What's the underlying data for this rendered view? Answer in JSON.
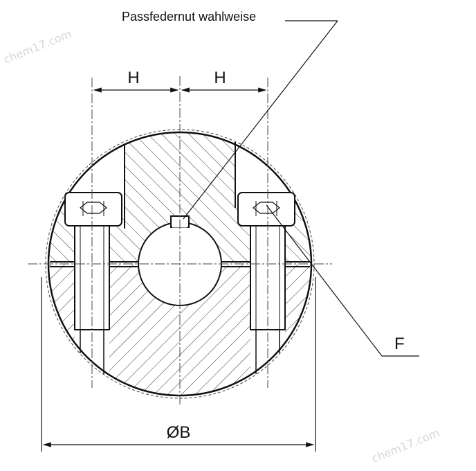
{
  "labels": {
    "keyway_note": "Passfedernut wahlweise",
    "h_left": "H",
    "h_right": "H",
    "diameter": "ØB",
    "f_label": "F"
  },
  "watermark": "chem17.com",
  "colors": {
    "line": "#111111",
    "hatch": "#333333",
    "thin": "#444444"
  }
}
